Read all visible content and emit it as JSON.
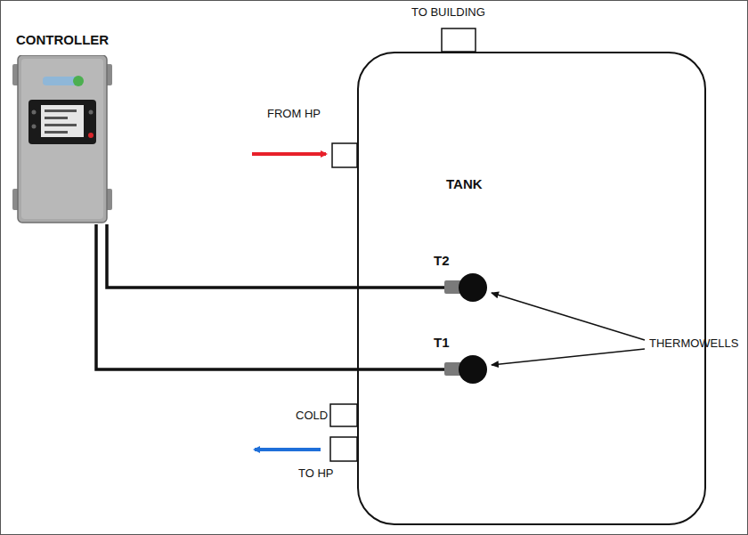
{
  "diagram": {
    "nodes": [
      {
        "text": [
          "CONTROLLER"
        ]
      },
      {
        "text": [
          "TANK"
        ]
      },
      {
        "text": [
          "T2"
        ],
        "in": 1
      },
      {
        "text": [
          "T1"
        ],
        "in": 1
      }
    ],
    "edges": [
      {
        "from": 0,
        "to": 2,
        "arrow": "none"
      },
      {
        "from": 0,
        "to": 3,
        "arrow": "none"
      }
    ],
    "labels": [
      "TO BUILDING",
      "FROM HP",
      "COLD",
      "TO HP",
      "THERMOWELLS"
    ]
  }
}
